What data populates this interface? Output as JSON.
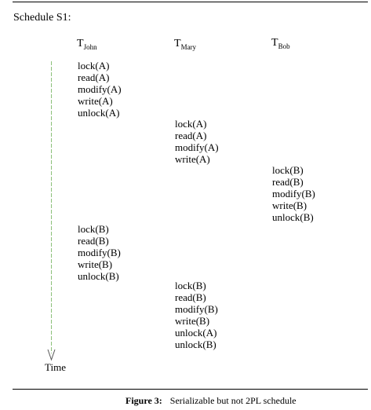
{
  "schedule_title": "Schedule S1:",
  "columns": [
    {
      "prefix": "T",
      "sub": "John"
    },
    {
      "prefix": "T",
      "sub": "Mary"
    },
    {
      "prefix": "T",
      "sub": "Bob"
    }
  ],
  "blocks": {
    "john_a": [
      "lock(A)",
      "read(A)",
      "modify(A)",
      "write(A)",
      "unlock(A)"
    ],
    "mary_a": [
      "lock(A)",
      "read(A)",
      "modify(A)",
      "write(A)"
    ],
    "bob_b": [
      "lock(B)",
      "read(B)",
      "modify(B)",
      "write(B)",
      "unlock(B)"
    ],
    "john_b": [
      "lock(B)",
      "read(B)",
      "modify(B)",
      "write(B)",
      "unlock(B)"
    ],
    "mary_b": [
      "lock(B)",
      "read(B)",
      "modify(B)",
      "write(B)",
      "unlock(A)",
      "unlock(B)"
    ]
  },
  "time_label": "Time",
  "caption": {
    "label": "Figure 3:",
    "text": "Serializable but not 2PL schedule"
  },
  "colors": {
    "axis": "#8cc07a",
    "arrow": "#555555",
    "text": "#000000"
  }
}
